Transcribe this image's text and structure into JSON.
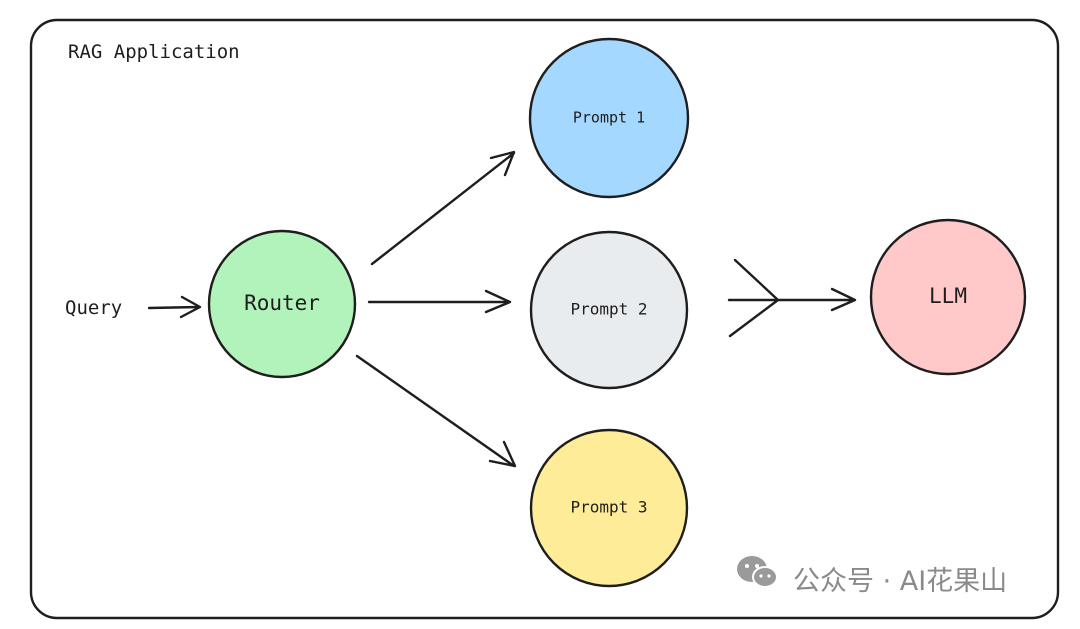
{
  "frame": {
    "title": "RAG Application"
  },
  "input": {
    "label": "Query"
  },
  "nodes": {
    "router": {
      "label": "Router",
      "color": "#b2f2bb"
    },
    "prompt1": {
      "label": "Prompt 1",
      "color": "#a5d8ff"
    },
    "prompt2": {
      "label": "Prompt 2",
      "color": "#e9ecef"
    },
    "prompt3": {
      "label": "Prompt 3",
      "color": "#ffec99"
    },
    "llm": {
      "label": "LLM",
      "color": "#ffc9c9"
    }
  },
  "watermark": {
    "text": "公众号 · AI花果山",
    "icon": "wechat-icon"
  }
}
